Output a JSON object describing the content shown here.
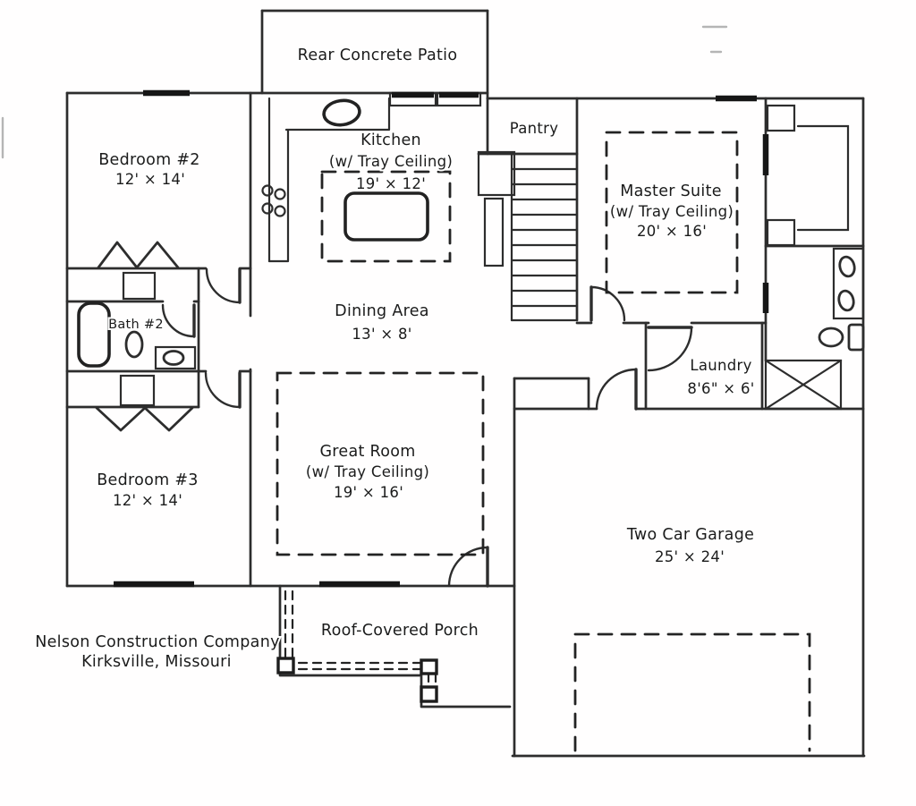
{
  "plan": {
    "rooms": {
      "patio": {
        "name": "Rear Concrete Patio"
      },
      "kitchen": {
        "name": "Kitchen",
        "note": "(w/ Tray Ceiling)",
        "dims": "19' × 12'"
      },
      "pantry": {
        "name": "Pantry"
      },
      "master_suite": {
        "name": "Master Suite",
        "note": "(w/ Tray Ceiling)",
        "dims": "20' × 16'"
      },
      "bedroom2": {
        "name": "Bedroom #2",
        "dims": "12' × 14'"
      },
      "bath2": {
        "name": "Bath #2"
      },
      "dining": {
        "name": "Dining Area",
        "dims": "13' × 8'"
      },
      "laundry": {
        "name": "Laundry",
        "dims": "8'6\" × 6'"
      },
      "bedroom3": {
        "name": "Bedroom #3",
        "dims": "12' × 14'"
      },
      "great_room": {
        "name": "Great Room",
        "note": "(w/ Tray Ceiling)",
        "dims": "19' × 16'"
      },
      "garage": {
        "name": "Two Car Garage",
        "dims": "25' × 24'"
      },
      "porch": {
        "name": "Roof-Covered Porch"
      }
    },
    "footer": {
      "company": "Nelson Construction Company",
      "location": "Kirksville, Missouri"
    },
    "colors": {
      "ink": "#2d2d2d",
      "paper": "#ffffff"
    }
  }
}
